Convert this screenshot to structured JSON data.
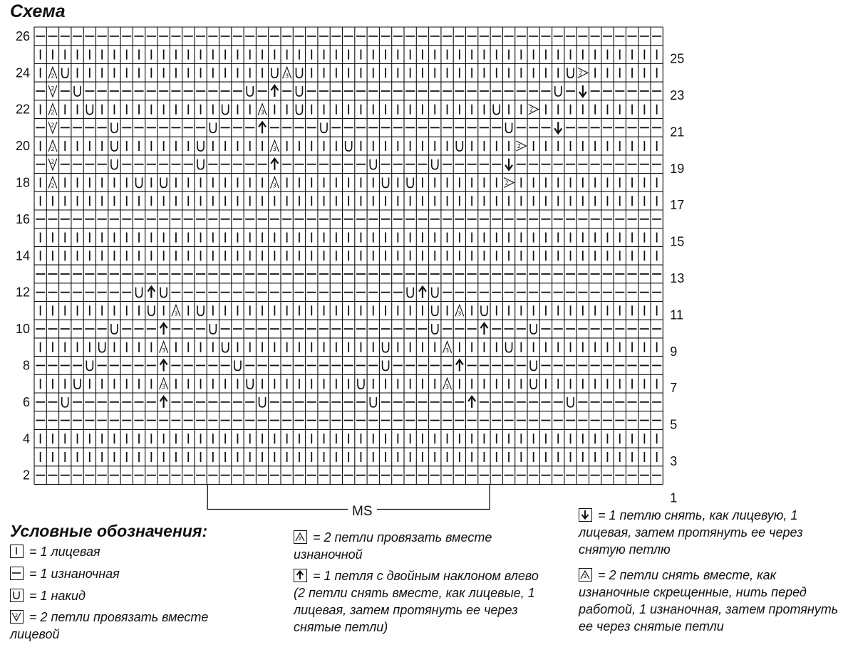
{
  "title": "Схема",
  "chart": {
    "ms_label": "MS",
    "left_row_numbers": [
      "26",
      "24",
      "22",
      "20",
      "18",
      "16",
      "14",
      "12",
      "10",
      "8",
      "6",
      "4",
      "2"
    ],
    "right_row_numbers": [
      "25",
      "23",
      "21",
      "19",
      "17",
      "15",
      "13",
      "11",
      "9",
      "7",
      "5",
      "3",
      "1"
    ],
    "rows": [
      "---------------------------------------------------",
      "|||||||||||||||||||||||||||||||||||||||||||||||||||",
      "|AU||||||||||||||||UBU|||||||||||||||||||||U>|",
      "-V-U-------------U-^-U--------------------U-d-",
      "|A||U||||||||||U||B||U|||||||||||||||U||>|",
      "-V----U-------U---^----U--------------U---d-",
      "|A||||U||||||U|||||B|||||U||||||||U||||>|",
      "-V----U------U-----^-------U----U-----d-",
      "|A||||||U|U||||||||B||||||||U|U|||||||>|",
      "|||||||||||||||||||||||||||||||||||||||||||||||||||",
      "---------------------------------------------------",
      "|||||||||||||||||||||||||||||||||||||||||||||||||||",
      "|||||||||||||||||||||||||||||||||||||||||||||||||||",
      "---------------------------------------------------",
      "--------U^U-------------------U^U---------------",
      "|||||||||U|B|U||||||||||||||||||U|B|U|||||||||",
      "------U---^---U-----------------U---^---U-------",
      "|||||U||||B||||U||||||||||||U||||B||||U||||||",
      "----U-----^-----U-----------U-----^-----U---------",
      "|||U||||||B||||||U||||||||U||||||B||||||U|||",
      "--U-------^-------U--------U-------^-------U------",
      "---------------------------------------------------",
      "|||||||||||||||||||||||||||||||||||||||||||||||||||",
      "|||||||||||||||||||||||||||||||||||||||||||||||||||",
      "---------------------------------------------------"
    ]
  },
  "legend": {
    "heading": "Условные обозначения:",
    "items": [
      {
        "symbol": "knit-icon",
        "text": "= 1 лицевая"
      },
      {
        "symbol": "purl-icon",
        "text": "= 1 изнаночная"
      },
      {
        "symbol": "yarn-over-icon",
        "text": "= 1 накид"
      },
      {
        "symbol": "k2tog-icon",
        "text": "= 2 петли провязать вместе лицевой"
      },
      {
        "symbol": "p2tog-icon",
        "text": "= 2 петли провязать вместе изнаночной"
      },
      {
        "symbol": "double-decrease-left-icon",
        "text": "= 1 петля с двойным наклоном влево (2 петли снять вместе, как лицевые, 1 лицевая, затем протянуть ее через снятые петли)"
      },
      {
        "symbol": "skp-icon",
        "text": "= 1 петлю снять, как лицевую, 1 лицевая, затем протянуть ее через снятую петлю"
      },
      {
        "symbol": "p3tog-twisted-icon",
        "text": "= 2 петли снять вместе, как изнаночные скрещенные, нить перед работой, 1 изнаночная, затем протянуть ее через снятые петли"
      }
    ]
  }
}
